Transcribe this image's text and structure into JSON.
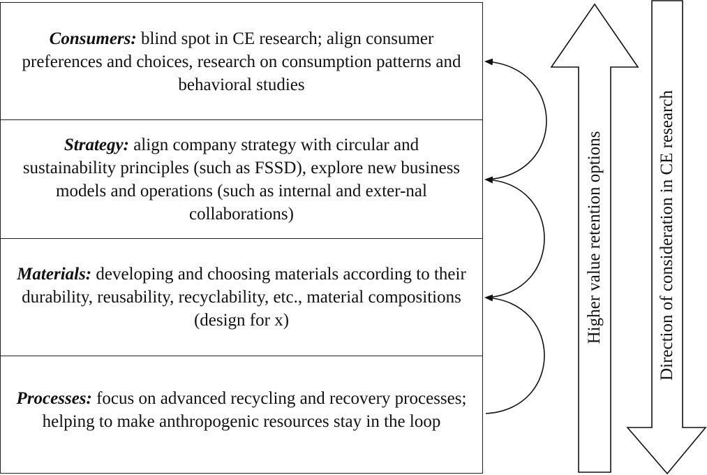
{
  "boxes": [
    {
      "term": "Consumers:",
      "text": " blind spot in CE research; align consumer preferences and choices, research on consumption patterns and behavioral studies"
    },
    {
      "term": "Strategy:",
      "text": " align company strategy with circular and sustainability principles (such as FSSD), explore new business models and operations (such as internal and exter-nal collaborations)"
    },
    {
      "term": "Materials:",
      "text": " developing and choosing materials according to their durability, reusability, recyclability, etc., material compositions (design for x)"
    },
    {
      "term": "Processes:",
      "text": " focus on advanced recycling and recovery processes; helping to make anthropogenic resources stay in the loop"
    }
  ],
  "arrows": {
    "up_label": "Higher value retention options",
    "down_label": "Direction of consideration in CE research"
  }
}
